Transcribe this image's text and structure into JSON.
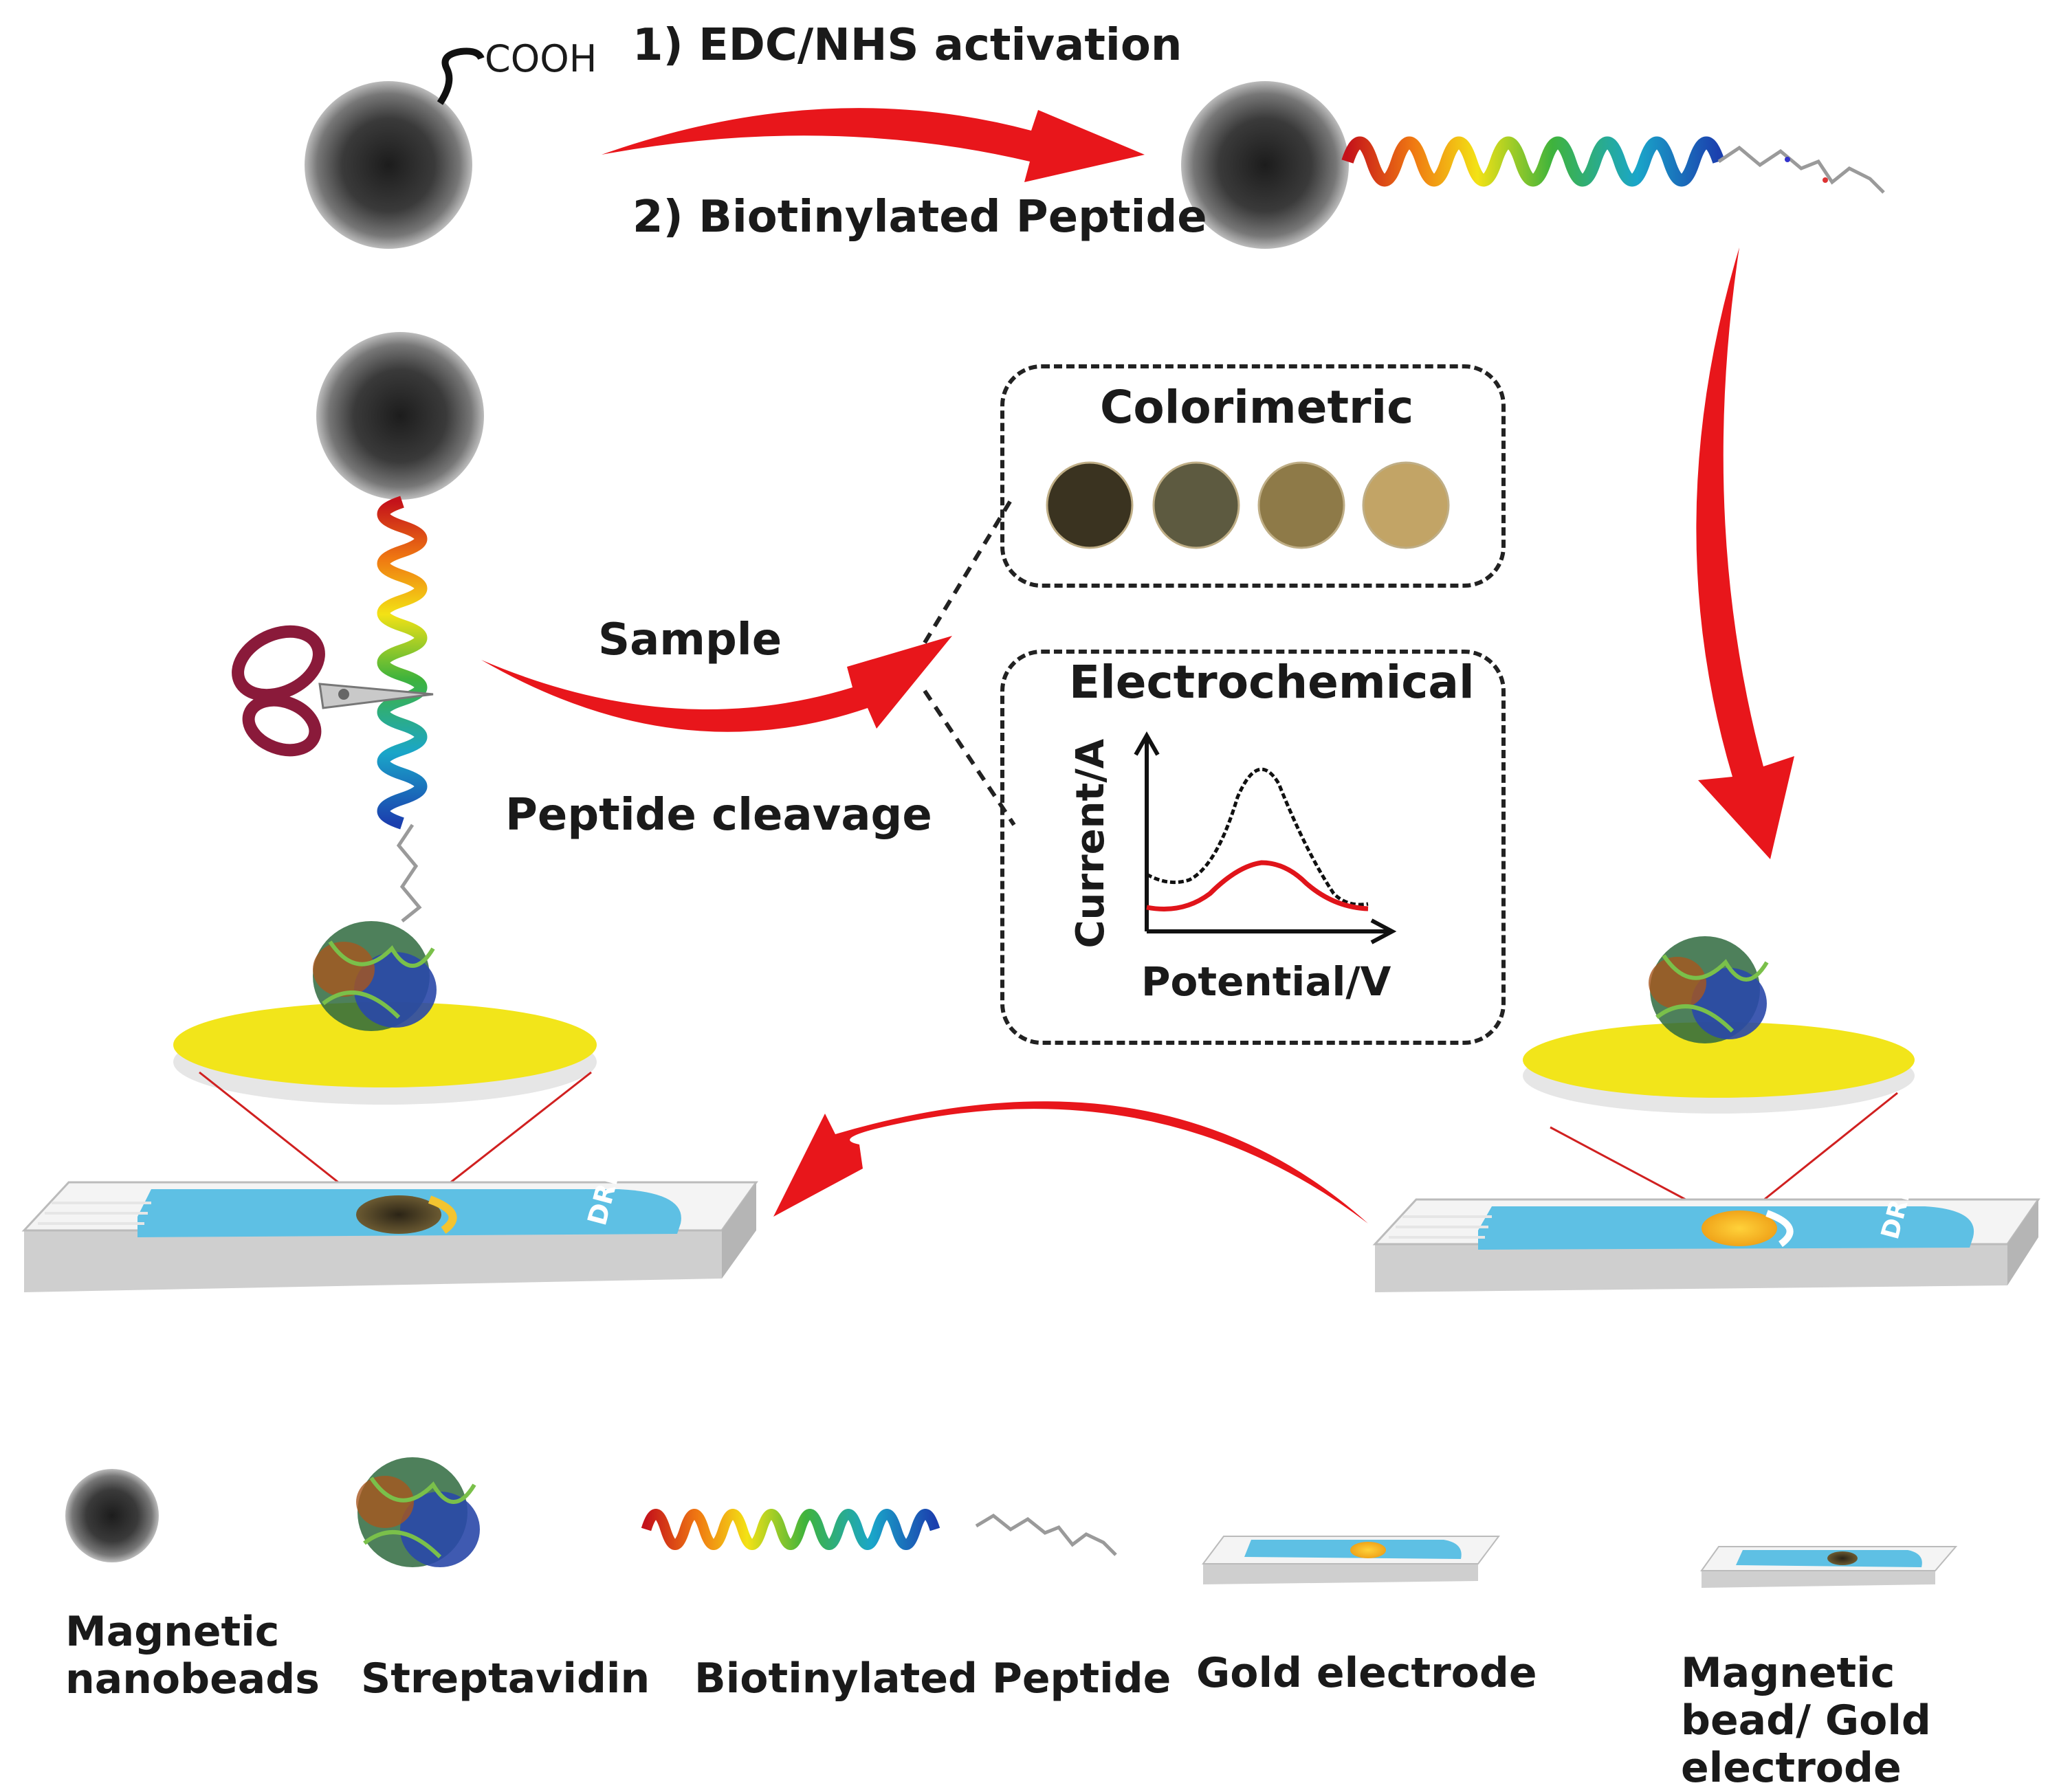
{
  "steps": {
    "step1": "1) EDC/NHS activation",
    "step2": "2) Biotinylated Peptide",
    "cooh": "COOH",
    "sample": "Sample",
    "cleavage": "Peptide cleavage"
  },
  "readouts": {
    "colorimetric": {
      "title": "Colorimetric",
      "spot_colors": [
        "#3a3320",
        "#5d5a40",
        "#8e7a48",
        "#c2a466"
      ]
    },
    "electrochemical": {
      "title": "Electrochemical",
      "ylabel": "Current/A",
      "xlabel": "Potential/V",
      "curve_colors": [
        "#111111",
        "#e0141a"
      ]
    }
  },
  "legend": {
    "nanobead": "Magnetic nanobeads",
    "streptavidin": "Streptavidin",
    "peptide": "Biotinylated Peptide",
    "gold_electrode": "Gold electrode",
    "bead_electrode": "Magnetic bead/ Gold electrode"
  },
  "colors": {
    "arrow": "#e8161b",
    "gold_disk": "#f2e51a",
    "electrode_blue": "#5ec0e4",
    "bead": "#2a2a2a"
  },
  "icons": [
    "scissors-icon",
    "nanobead-icon",
    "streptavidin-icon",
    "peptide-helix-icon",
    "electrode-strip-icon"
  ]
}
